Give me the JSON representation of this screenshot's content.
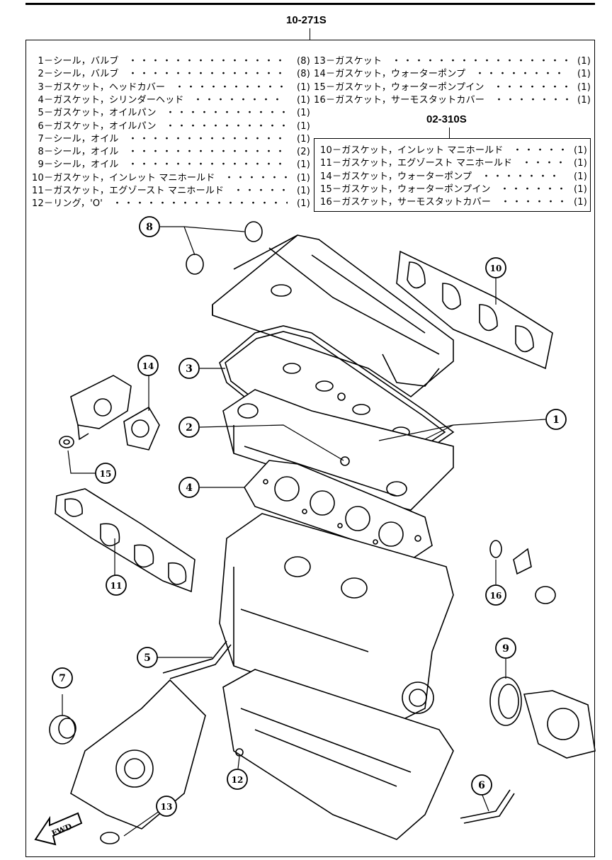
{
  "kit_main": {
    "part_number": "10-271S",
    "items": [
      {
        "no": "1",
        "desc": "シール，バルブ",
        "qty": "(8)"
      },
      {
        "no": "2",
        "desc": "シール，バルブ",
        "qty": "(8)"
      },
      {
        "no": "3",
        "desc": "ガスケット，ヘッドカバー",
        "qty": "(1)"
      },
      {
        "no": "4",
        "desc": "ガスケット，シリンダーヘッド",
        "qty": "(1)"
      },
      {
        "no": "5",
        "desc": "ガスケット，オイルパン",
        "qty": "(1)"
      },
      {
        "no": "6",
        "desc": "ガスケット，オイルパン",
        "qty": "(1)"
      },
      {
        "no": "7",
        "desc": "シール，オイル",
        "qty": "(1)"
      },
      {
        "no": "8",
        "desc": "シール，オイル",
        "qty": "(2)"
      },
      {
        "no": "9",
        "desc": "シール，オイル",
        "qty": "(1)"
      },
      {
        "no": "10",
        "desc": "ガスケット，インレット マニホールド",
        "qty": "(1)"
      },
      {
        "no": "11",
        "desc": "ガスケット，エグゾースト マニホールド",
        "qty": "(1)"
      },
      {
        "no": "12",
        "desc": "リング，'O'",
        "qty": "(1)"
      },
      {
        "no": "13",
        "desc": "ガスケット",
        "qty": "(1)"
      },
      {
        "no": "14",
        "desc": "ガスケット，ウォーターポンプ",
        "qty": "(1)"
      },
      {
        "no": "15",
        "desc": "ガスケット，ウォーターポンプイン",
        "qty": "(1)"
      },
      {
        "no": "16",
        "desc": "ガスケット，サーモスタットカバー",
        "qty": "(1)"
      }
    ]
  },
  "kit_sub": {
    "part_number": "02-310S",
    "items": [
      {
        "no": "10",
        "desc": "ガスケット，インレット マニホールド",
        "qty": "(1)"
      },
      {
        "no": "11",
        "desc": "ガスケット，エグゾースト マニホールド",
        "qty": "(1)"
      },
      {
        "no": "14",
        "desc": "ガスケット，ウォーターポンプ",
        "qty": "(1)"
      },
      {
        "no": "15",
        "desc": "ガスケット，ウォーターポンプイン",
        "qty": "(1)"
      },
      {
        "no": "16",
        "desc": "ガスケット，サーモスタットカバー",
        "qty": "(1)"
      }
    ]
  },
  "callouts": [
    "1",
    "2",
    "3",
    "4",
    "5",
    "6",
    "7",
    "8",
    "9",
    "10",
    "11",
    "12",
    "13",
    "14",
    "15",
    "16"
  ],
  "fwd_label": "FWD",
  "colors": {
    "ink": "#000000",
    "paper": "#ffffff"
  }
}
